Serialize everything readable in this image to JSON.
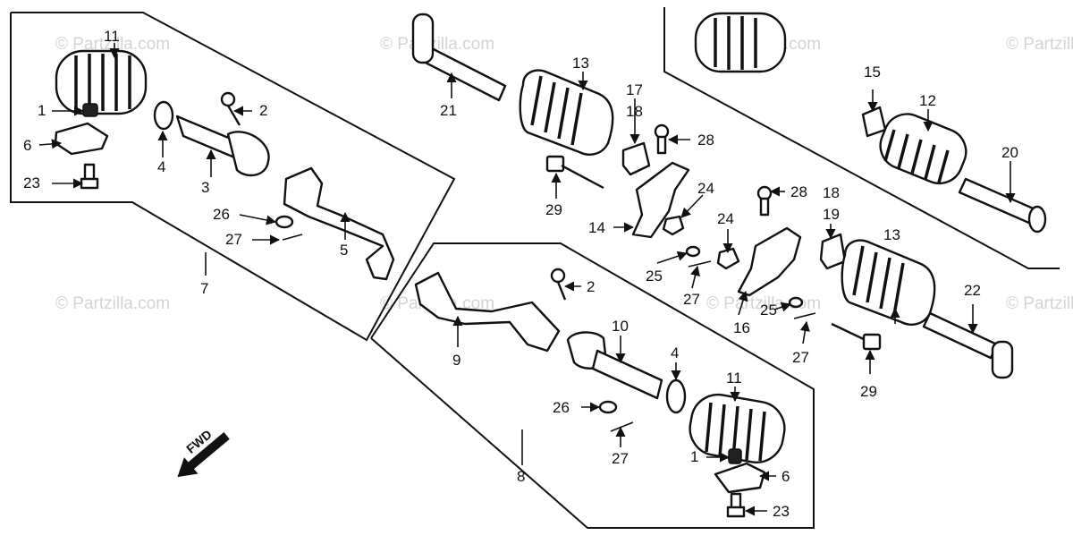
{
  "watermark": "© Partzilla.com",
  "fwd_label": "FWD",
  "labels": {
    "p1a": "1",
    "p2a": "2",
    "p3": "3",
    "p4a": "4",
    "p5": "5",
    "p6a": "6",
    "p7": "7",
    "p11a": "11",
    "p23a": "23",
    "p26a": "26",
    "p27a": "27",
    "p21": "21",
    "p13a": "13",
    "p17": "17",
    "p18a": "18",
    "p28a": "28",
    "p29a": "29",
    "p14": "14",
    "p24a": "24",
    "p24b": "24",
    "p25a": "25",
    "p27b": "27",
    "p15": "15",
    "p12": "12",
    "p20": "20",
    "p28b": "28",
    "p18b": "18",
    "p19": "19",
    "p13b": "13",
    "p16": "16",
    "p25b": "25",
    "p27c": "27",
    "p22": "22",
    "p29b": "29",
    "p2b": "2",
    "p9": "9",
    "p10": "10",
    "p4b": "4",
    "p11b": "11",
    "p26b": "26",
    "p27d": "27",
    "p8": "8",
    "p1b": "1",
    "p6b": "6",
    "p23b": "23"
  }
}
